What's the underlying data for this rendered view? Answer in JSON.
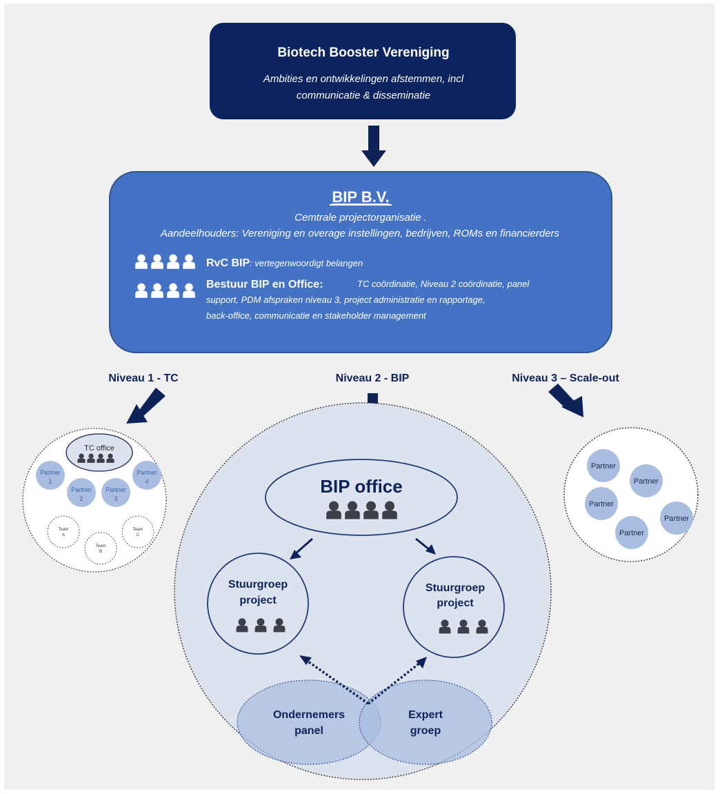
{
  "top_box": {
    "title": "Biotech Booster Vereniging",
    "line1": "Ambities en ontwikkelingen afstemmen, incl",
    "line2": "communicatie & disseminatie"
  },
  "bip_box": {
    "title": "BIP B.V.",
    "subtitle": "Cemtrale projectorganisatie .",
    "shareholders": "Aandeelhouders: Vereniging en overage instellingen, bedrijven, ROMs en financierders",
    "rvc_label": "RvC BIP",
    "rvc_text": ": vertegenwoordigt belangen",
    "bestuur_label": "Bestuur BIP en Office:",
    "bestuur_line1": "TC coördinatie, Niveau 2 coördinatie, panel",
    "bestuur_line2": "support, PDM afspraken niveau 3, project administratie en rapportage,",
    "bestuur_line3": "back-office, communicatie en stakeholder management"
  },
  "levels": {
    "l1": "Niveau 1 - TC",
    "l2": "Niveau 2 - BIP",
    "l3": "Niveau 3 – Scale-out"
  },
  "tc": {
    "office": "TC office",
    "partners": [
      {
        "name": "Partner",
        "num": "1"
      },
      {
        "name": "Partner",
        "num": "2"
      },
      {
        "name": "Partner",
        "num": "3"
      },
      {
        "name": "Partner",
        "num": "4"
      }
    ],
    "teams": [
      {
        "name": "Team",
        "letter": "A"
      },
      {
        "name": "Team",
        "letter": "B"
      },
      {
        "name": "Team",
        "letter": "C"
      }
    ]
  },
  "bip_level": {
    "office": "BIP office",
    "steer_left": {
      "line1": "Stuurgroep",
      "line2": "project"
    },
    "steer_right": {
      "line1": "Stuurgroep",
      "line2": "project"
    },
    "panel": {
      "line1": "Ondernemers",
      "line2": "panel"
    },
    "expert": {
      "line1": "Expert",
      "line2": "groep"
    }
  },
  "scaleout": {
    "partners": [
      "Partner",
      "Partner",
      "Partner",
      "Partner",
      "Partner"
    ]
  },
  "colors": {
    "navy": "#0d2257",
    "dark_navy_box": "#0b2460",
    "bip_blue": "#4472c4",
    "light_circle": "#dde3ee",
    "partner_fill": "#a9bde0",
    "person_fill": "#3a3f4a"
  },
  "icons": [
    "person-group-icon",
    "arrow-down-icon",
    "dotted-arrow-icon"
  ]
}
